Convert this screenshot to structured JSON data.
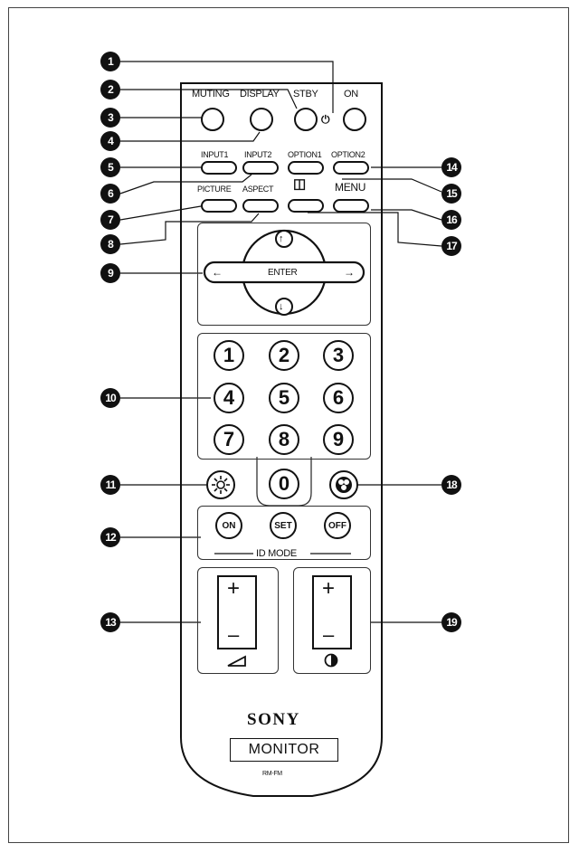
{
  "buttons": {
    "muting": "MUTING",
    "display": "DISPLAY",
    "stby": "STBY",
    "on": "ON",
    "power_symbol": "⏻",
    "input1": "INPUT1",
    "input2": "INPUT2",
    "option1": "OPTION1",
    "option2": "OPTION2",
    "picture": "PICTURE",
    "aspect": "ASPECT",
    "pip_symbol": "◫",
    "menu": "MENU",
    "enter": "ENTER",
    "up": "↑",
    "down": "↓",
    "left": "←",
    "right": "→"
  },
  "numbers": [
    "1",
    "2",
    "3",
    "4",
    "5",
    "6",
    "7",
    "8",
    "9",
    "0"
  ],
  "id_mode": {
    "on": "ON",
    "set": "SET",
    "off": "OFF",
    "label": "ID MODE"
  },
  "volume": {
    "plus": "+",
    "minus": "–"
  },
  "contrast": {
    "plus": "+",
    "minus": "–"
  },
  "brand": "SONY",
  "model": "MONITOR",
  "model_code": "RM-FM",
  "callouts": [
    "1",
    "2",
    "3",
    "4",
    "5",
    "6",
    "7",
    "8",
    "9",
    "10",
    "11",
    "12",
    "13",
    "14",
    "15",
    "16",
    "17",
    "18",
    "19"
  ]
}
